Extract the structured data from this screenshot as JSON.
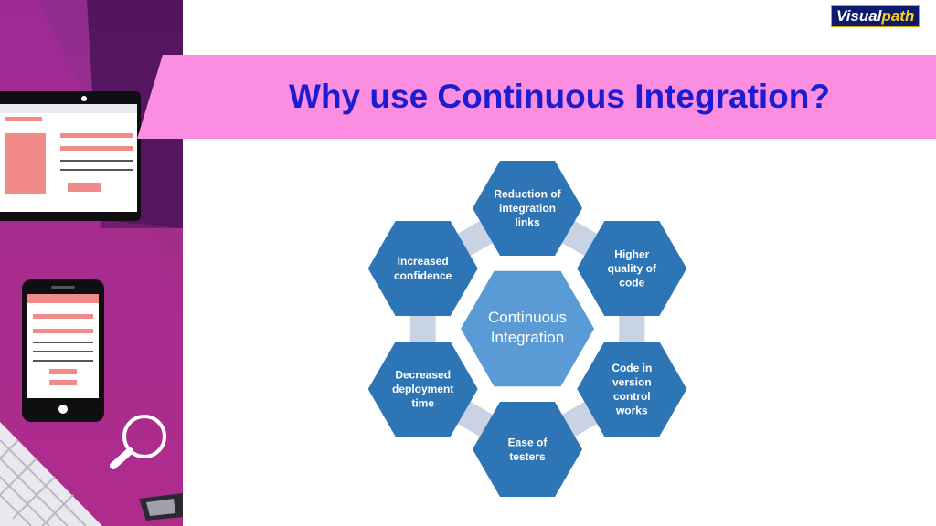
{
  "slide": {
    "title": "Why use Continuous Integration?",
    "logo": {
      "main": "Visual",
      "accent": "path"
    }
  },
  "diagram": {
    "center": {
      "lines": [
        "Continuous",
        "Integration"
      ]
    },
    "nodes": [
      {
        "lines": [
          "Reduction of",
          "integration",
          "links"
        ]
      },
      {
        "lines": [
          "Higher",
          "quality of",
          "code"
        ]
      },
      {
        "lines": [
          "Code in",
          "version",
          "control",
          "works"
        ]
      },
      {
        "lines": [
          "Ease of",
          "testers"
        ]
      },
      {
        "lines": [
          "Decreased",
          "deployment",
          "time"
        ]
      },
      {
        "lines": [
          "Increased",
          "confidence"
        ]
      }
    ],
    "colors": {
      "outer": "#2e75b6",
      "center": "#5b9bd5",
      "connector": "#c8d3e4"
    }
  }
}
